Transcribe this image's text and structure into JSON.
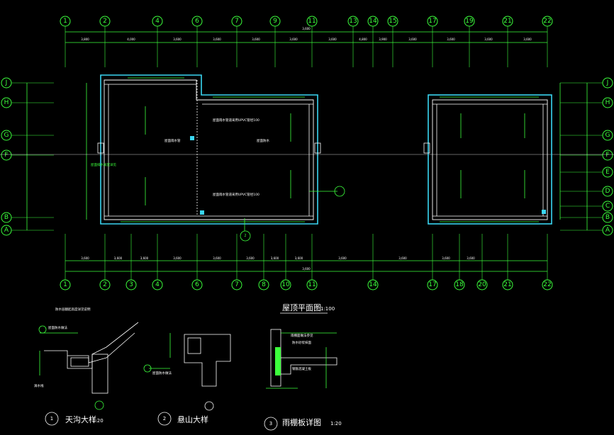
{
  "top_axes": [
    "1",
    "2",
    "4",
    "6",
    "7",
    "9",
    "11",
    "13",
    "14",
    "15",
    "17",
    "19",
    "21",
    "22"
  ],
  "bottom_axes": [
    "1",
    "2",
    "3",
    "4",
    "6",
    "7",
    "8",
    "10",
    "11",
    "14",
    "17",
    "18",
    "20",
    "21",
    "22"
  ],
  "left_rows": [
    "J",
    "H",
    "G",
    "F",
    "B",
    "A"
  ],
  "right_rows": [
    "J",
    "H",
    "G",
    "F",
    "E",
    "D",
    "C",
    "B",
    "A"
  ],
  "top_dims": [
    "3,800",
    "4,000",
    "3,600",
    "3,600",
    "3,600",
    "3,600",
    "3,600",
    "4,800",
    "3,900",
    "3,600",
    "3,600",
    "3,600",
    "3,600"
  ],
  "top_total": "3,600",
  "bottom_dims": [
    "3,600",
    "3,600",
    "3,600",
    "3,600",
    "3,600",
    "3,600",
    "3,600",
    "3,600",
    "3,600",
    "3,600",
    "3,600",
    "3,600"
  ],
  "bottom_total": "3,600",
  "callout_marker": "2",
  "roof_notes": {
    "note_a": "屋面雨水管道采用UPVC管径100",
    "note_b": "屋面排水坡度详见",
    "note_c": "屋面防水",
    "note_d": "屋面雨水管道采用UPVC管径100",
    "note_e": "屋面雨水管"
  },
  "details": {
    "d1": {
      "num": "1",
      "title": "天沟大样",
      "scale": "1:20",
      "note1": "防水层翻起高度详见说明",
      "note2": "屋面防水做法",
      "label_left": "滴水线"
    },
    "d2": {
      "num": "2",
      "title": "悬山大样",
      "scale": "",
      "note1": "屋面防水做法"
    },
    "d3": {
      "num": "3",
      "title": "雨棚板详图",
      "scale": "1:20",
      "note1": "雨棚面做法参见",
      "note2": "防水砂浆抹面",
      "note3": "钢筋混凝土板"
    },
    "plan_title": "屋顶平面图",
    "plan_scale": "1:100"
  },
  "colors": {
    "grid": "#3cff3c",
    "wall": "#3ad6f2",
    "line": "#ffffff",
    "background": "#000000"
  }
}
